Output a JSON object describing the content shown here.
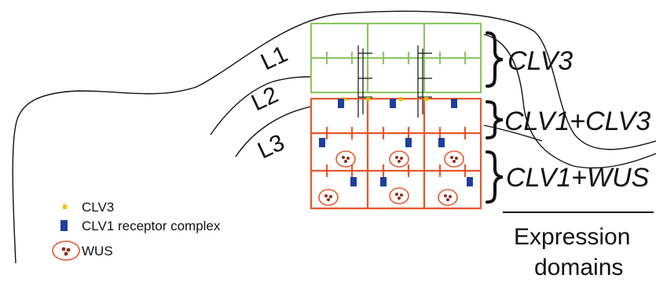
{
  "colors": {
    "l1_cells": "#8cc665",
    "l23_cells": "#e8562a",
    "clv3_ligand": "#f2c200",
    "clv1_receptor": "#1f3f9e",
    "wus": "#8b2f1a",
    "outline": "#111111"
  },
  "layers": {
    "l1": "L1",
    "l2": "L2",
    "l3": "L3"
  },
  "expression": {
    "row1": "CLV3",
    "row2": "CLV1+CLV3",
    "row3": "CLV1+WUS",
    "caption_line1": "Expression",
    "caption_line2": "domains"
  },
  "legend": {
    "clv3": "CLV3",
    "clv1": "CLV1 receptor complex",
    "wus": "WUS"
  }
}
